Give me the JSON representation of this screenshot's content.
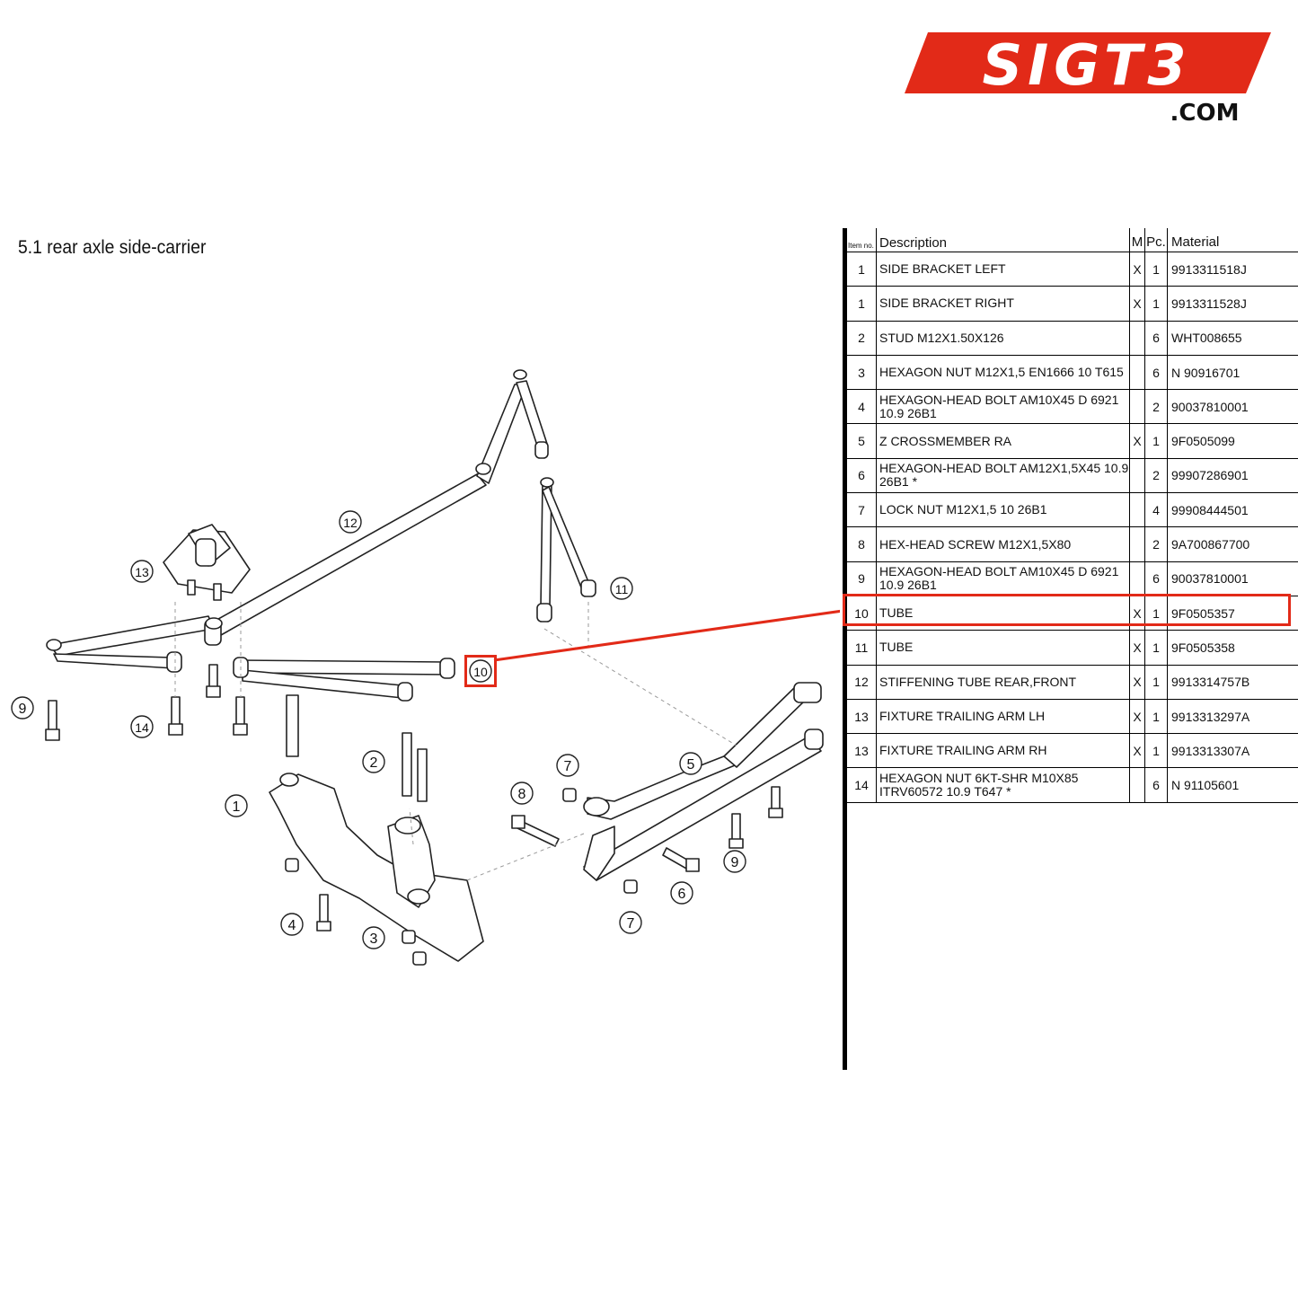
{
  "logo": {
    "brand": "SIGT3",
    "domain": ".COM",
    "color": "#e22a18"
  },
  "section_title": "5.1  rear axle side-carrier",
  "table": {
    "headers": {
      "item": "Item no.",
      "description": "Description",
      "m": "M",
      "pc": "Pc.",
      "material": "Material"
    },
    "rows": [
      {
        "item": "1",
        "desc": "SIDE BRACKET LEFT",
        "m": "X",
        "pc": "1",
        "material": "9913311518J"
      },
      {
        "item": "1",
        "desc": "SIDE BRACKET RIGHT",
        "m": "X",
        "pc": "1",
        "material": "9913311528J"
      },
      {
        "item": "2",
        "desc": "STUD M12X1.50X126",
        "m": "",
        "pc": "6",
        "material": "WHT008655"
      },
      {
        "item": "3",
        "desc": "HEXAGON NUT M12X1,5 EN1666 10 T615",
        "m": "",
        "pc": "6",
        "material": "N 90916701"
      },
      {
        "item": "4",
        "desc": "HEXAGON-HEAD BOLT AM10X45 D 6921 10.9 26B1",
        "m": "",
        "pc": "2",
        "material": "90037810001"
      },
      {
        "item": "5",
        "desc": "Z CROSSMEMBER RA",
        "m": "X",
        "pc": "1",
        "material": "9F0505099"
      },
      {
        "item": "6",
        "desc": "HEXAGON-HEAD BOLT AM12X1,5X45 10.9 26B1 *",
        "m": "",
        "pc": "2",
        "material": "99907286901"
      },
      {
        "item": "7",
        "desc": "LOCK NUT M12X1,5 10 26B1",
        "m": "",
        "pc": "4",
        "material": "99908444501"
      },
      {
        "item": "8",
        "desc": "HEX-HEAD SCREW M12X1,5X80",
        "m": "",
        "pc": "2",
        "material": "9A700867700"
      },
      {
        "item": "9",
        "desc": "HEXAGON-HEAD BOLT AM10X45 D 6921 10.9 26B1",
        "m": "",
        "pc": "6",
        "material": "90037810001"
      },
      {
        "item": "10",
        "desc": "TUBE",
        "m": "X",
        "pc": "1",
        "material": "9F0505357"
      },
      {
        "item": "11",
        "desc": "TUBE",
        "m": "X",
        "pc": "1",
        "material": "9F0505358"
      },
      {
        "item": "12",
        "desc": "STIFFENING TUBE REAR,FRONT",
        "m": "X",
        "pc": "1",
        "material": "9913314757B"
      },
      {
        "item": "13",
        "desc": "FIXTURE TRAILING ARM LH",
        "m": "X",
        "pc": "1",
        "material": "9913313297A"
      },
      {
        "item": "13",
        "desc": "FIXTURE TRAILING ARM RH",
        "m": "X",
        "pc": "1",
        "material": "9913313307A"
      },
      {
        "item": "14",
        "desc": "HEXAGON NUT 6KT-SHR M10X85 ITRV60572 10.9 T647 *",
        "m": "",
        "pc": "6",
        "material": "N 91105601"
      }
    ]
  },
  "highlight": {
    "item": "10",
    "color": "#e22a18"
  },
  "callouts": [
    "1",
    "2",
    "3",
    "4",
    "5",
    "6",
    "7",
    "7",
    "8",
    "9",
    "9",
    "10",
    "11",
    "12",
    "13",
    "14"
  ]
}
